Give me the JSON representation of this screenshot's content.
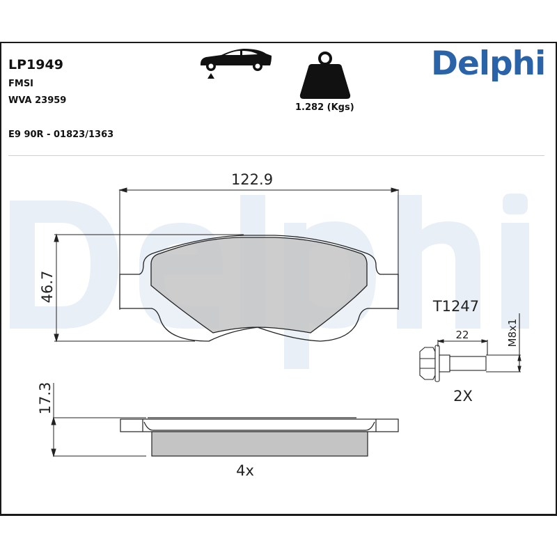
{
  "header": {
    "part_number": "LP1949",
    "fmsi_label": "FMSI",
    "wva": "WVA 23959",
    "ece_approval": "E9 90R - 01823/1363",
    "axle_icon": "car-front-axle-icon",
    "weight_icon": "weight-icon",
    "weight": "1.282 (Kgs)",
    "brand": "Delphi"
  },
  "colors": {
    "brand_blue": "#2a63a8",
    "watermark": "#e9eff7",
    "pad_friction": "#c4c4c4",
    "line": "#222222"
  },
  "drawing": {
    "width_dim": "122.9",
    "height_dim": "46.7",
    "thickness_dim": "17.3",
    "pad_quantity": "4x",
    "accessory": {
      "code": "T1247",
      "length_dim": "22",
      "thread_dim": "M8x1",
      "quantity": "2X"
    }
  }
}
